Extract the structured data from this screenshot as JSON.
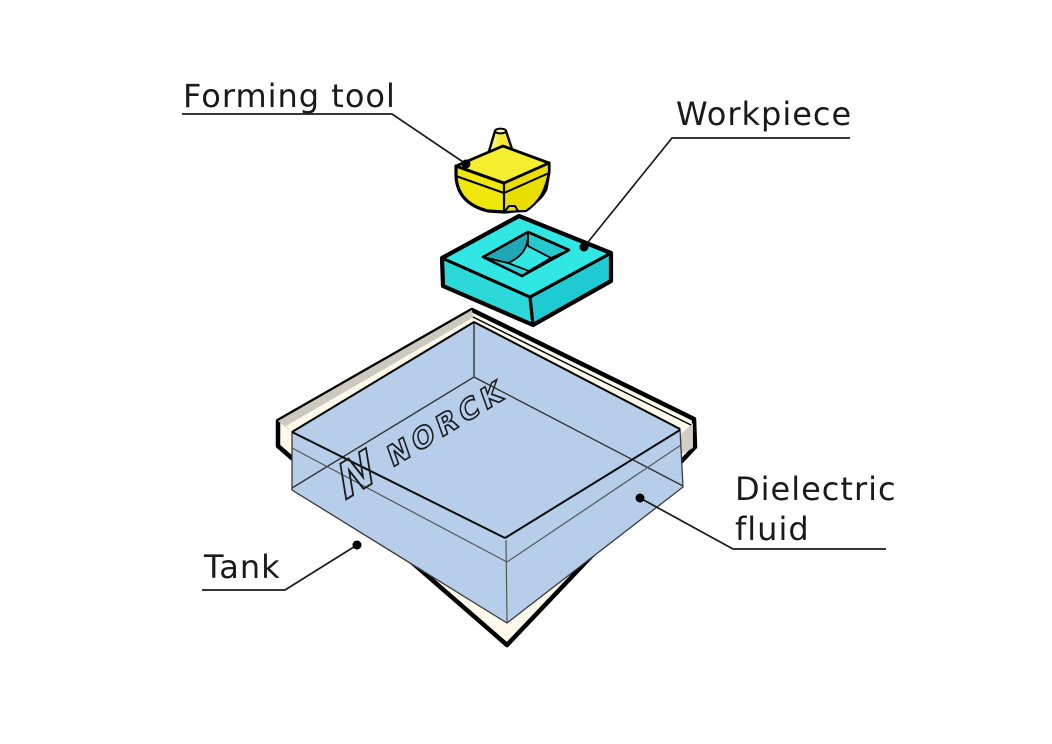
{
  "diagram": {
    "type": "edm-die-sinking-schematic",
    "labels": {
      "forming_tool": "Forming tool",
      "workpiece": "Workpiece",
      "tank": "Tank",
      "dielectric_line1": "Dielectric",
      "dielectric_line2": "fluid"
    },
    "logo": {
      "emblem": "N",
      "word": "NORCK"
    },
    "colors": {
      "background": "#ffffff",
      "outline": "#000000",
      "label_text": "#1a1a1a",
      "leader_line": "#1a1a1a",
      "tool_yellow_top": "#F5EE2E",
      "tool_yellow_main": "#F0E80C",
      "tool_yellow_dark": "#E9DE00",
      "tool_pale": "#F8F4B8",
      "workpiece_cyan_top": "#31E7E4",
      "workpiece_cyan_left": "#2BD9D8",
      "workpiece_cyan_right": "#1FCBD2",
      "workpiece_pocket_dark": "#1FA8B4",
      "workpiece_pocket_mid": "#27C9CF",
      "fluid_blue": "#B7CEEB",
      "tank_cream": "#FDFAEB",
      "tank_gray": "#CDC9C1"
    }
  }
}
